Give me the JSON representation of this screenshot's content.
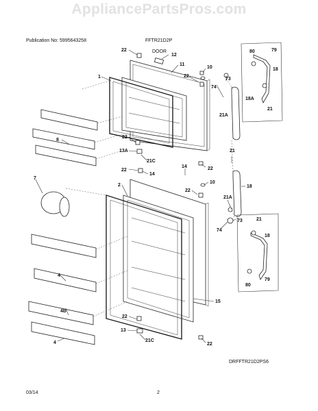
{
  "watermark": "AppliancePartsPros.com",
  "header": {
    "publication": "Publication No: 5995643258",
    "model": "FFTR21D2P",
    "section": "DOOR"
  },
  "diagram_code": "DRFFTR21D2PS6",
  "footer": {
    "date": "03/14",
    "page": "2"
  },
  "callouts": {
    "c22a": "22",
    "c12": "12",
    "c11": "11",
    "c10a": "10",
    "c22b": "22",
    "c1": "1",
    "c73a": "73",
    "c74a": "74",
    "c21Aa": "21A",
    "c22c": "22",
    "c13A": "13A",
    "c21Ca": "21C",
    "c22d": "22",
    "c14a": "14",
    "c8": "8",
    "c14b": "14",
    "c22e": "22",
    "c21a": "21",
    "c7": "7",
    "c2": "2",
    "c22f": "22",
    "c10b": "10",
    "c18b": "18",
    "c21Ab": "21A",
    "c74b": "74",
    "c73b": "73",
    "c4a": "4",
    "c4B": "4B",
    "c4b": "4",
    "c15": "15",
    "c22g": "22",
    "c13": "13",
    "c21Cb": "21C",
    "c22h": "22",
    "inset_top": {
      "c80": "80",
      "c79": "79",
      "c18": "18",
      "c18A": "18A",
      "c21": "21"
    },
    "inset_bottom": {
      "c21": "21",
      "c18": "18",
      "c80": "80",
      "c79": "79"
    }
  }
}
